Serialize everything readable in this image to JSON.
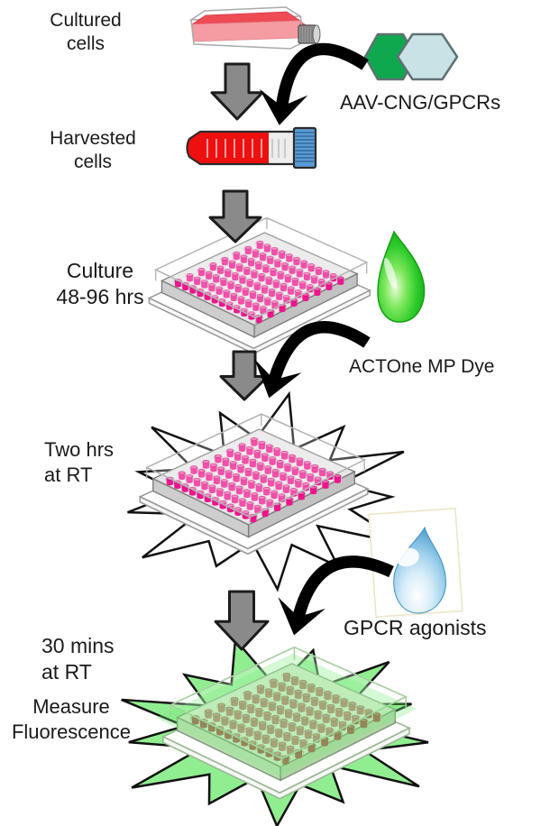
{
  "labels": {
    "cultured_cells": "Cultured\ncells",
    "harvested_cells": "Harvested\ncells",
    "culture_duration": "Culture\n48-96 hrs",
    "aav_construct": "AAV-CNG/GPCRs",
    "actone_dye": "ACTOne MP Dye",
    "two_hrs": "Two hrs\nat RT",
    "gpcr_agonists": "GPCR agonists",
    "thirty_mins": "30 mins\nat RT",
    "measure_fluorescence": "Measure\nFluorescence"
  },
  "plate": {
    "rows": 8,
    "cols": 12
  },
  "colors": {
    "well_pink": "#f0148c",
    "well_pink_top": "#ff5cb0",
    "well_final": "#a3564a",
    "well_final_top": "#b4705f",
    "flask_media": "#ef4b55",
    "flask_media_front": "#f59ba2",
    "tube_red": "#ee0f0f",
    "tube_cap_blue": "#5b9bd5",
    "hex_green": "#0fa84f",
    "hex_teal": "#c9e2e5",
    "hex_border": "#5f7173",
    "droplet_green": "#2ecb2c",
    "droplet_blue": "#63b1e0",
    "burst_green": "#90ee90",
    "arrow_gray": "#8a8a8a",
    "arrow_black": "#000000",
    "text": "#1a1a1a"
  }
}
